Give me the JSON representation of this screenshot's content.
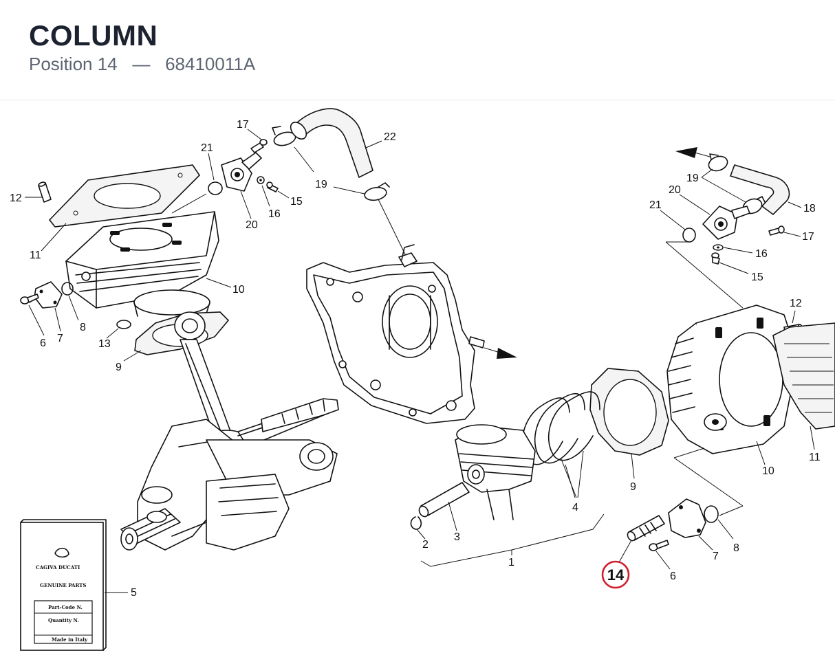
{
  "header": {
    "title": "COLUMN",
    "position_label": "Position 14",
    "separator": "—",
    "part_code": "68410011A"
  },
  "diagram": {
    "highlighted_callout": "14",
    "callouts_left": {
      "c12": "12",
      "c11": "11",
      "c21": "21",
      "c17": "17",
      "c22": "22",
      "c19": "19",
      "c15": "15",
      "c16": "16",
      "c20": "20",
      "c10": "10",
      "c8": "8",
      "c7": "7",
      "c6": "6",
      "c13": "13",
      "c9": "9",
      "c5": "5"
    },
    "callouts_right": {
      "c19": "19",
      "c18": "18",
      "c20": "20",
      "c21": "21",
      "c17": "17",
      "c16": "16",
      "c15": "15",
      "c12": "12",
      "c11": "11",
      "c10": "10",
      "c9": "9",
      "c4": "4",
      "c3": "3",
      "c2": "2",
      "c1": "1",
      "c8": "8",
      "c7": "7",
      "c6": "6"
    },
    "booklet": {
      "brand": "CAGIVA DUCATI",
      "subtitle": "GENUINE PARTS",
      "part_code_label": "Part-Code N.",
      "quantity_label": "Quantity N.",
      "footer": "Made in Italy"
    }
  }
}
